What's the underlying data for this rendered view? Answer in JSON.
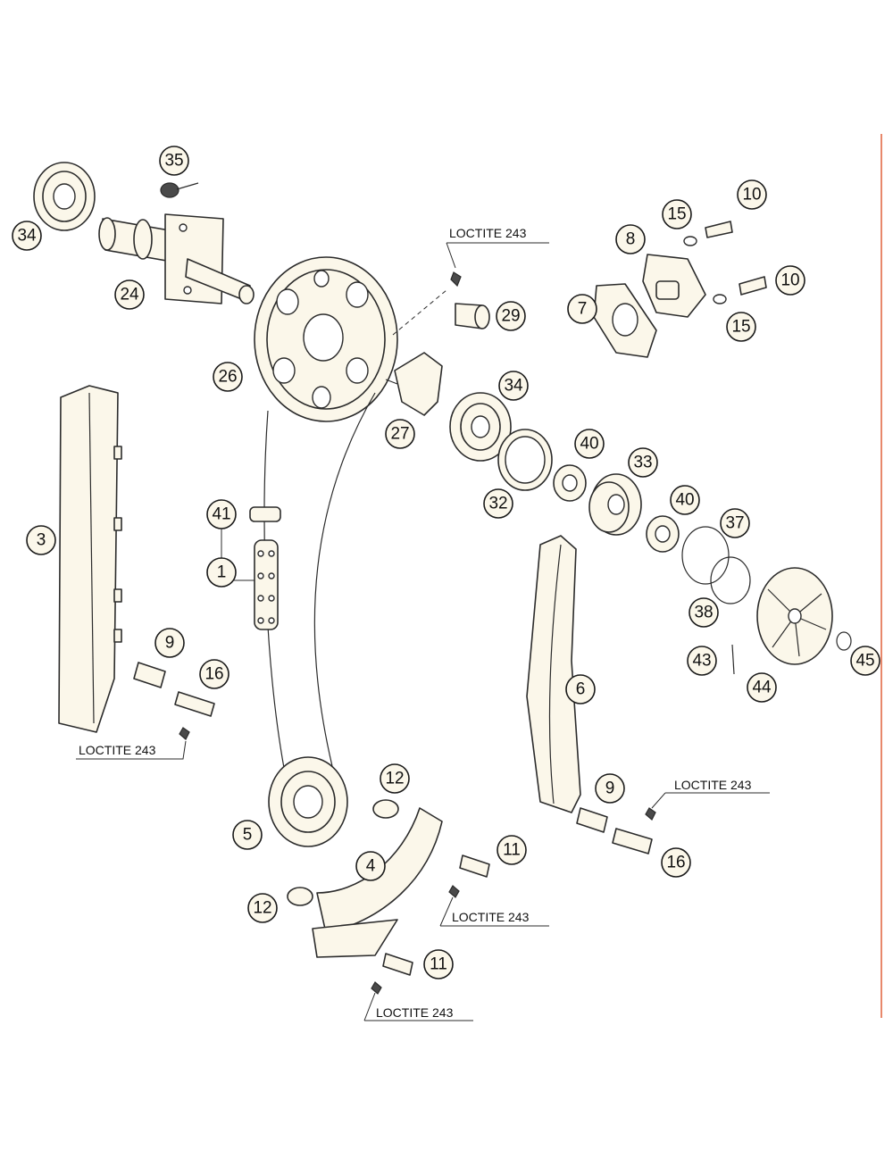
{
  "diagram": {
    "callouts": [
      {
        "id": "c35",
        "label": "35"
      },
      {
        "id": "c34a",
        "label": "34"
      },
      {
        "id": "c24",
        "label": "24"
      },
      {
        "id": "c10a",
        "label": "10"
      },
      {
        "id": "c15a",
        "label": "15"
      },
      {
        "id": "c8",
        "label": "8"
      },
      {
        "id": "c7",
        "label": "7"
      },
      {
        "id": "c10b",
        "label": "10"
      },
      {
        "id": "c15b",
        "label": "15"
      },
      {
        "id": "c29",
        "label": "29"
      },
      {
        "id": "c26",
        "label": "26"
      },
      {
        "id": "c27",
        "label": "27"
      },
      {
        "id": "c34b",
        "label": "34"
      },
      {
        "id": "c40a",
        "label": "40"
      },
      {
        "id": "c33",
        "label": "33"
      },
      {
        "id": "c32",
        "label": "32"
      },
      {
        "id": "c40b",
        "label": "40"
      },
      {
        "id": "c37",
        "label": "37"
      },
      {
        "id": "c38",
        "label": "38"
      },
      {
        "id": "c43",
        "label": "43"
      },
      {
        "id": "c44",
        "label": "44"
      },
      {
        "id": "c45",
        "label": "45"
      },
      {
        "id": "c3",
        "label": "3"
      },
      {
        "id": "c41",
        "label": "41"
      },
      {
        "id": "c1",
        "label": "1"
      },
      {
        "id": "c9a",
        "label": "9"
      },
      {
        "id": "c16a",
        "label": "16"
      },
      {
        "id": "c6",
        "label": "6"
      },
      {
        "id": "c12a",
        "label": "12"
      },
      {
        "id": "c5",
        "label": "5"
      },
      {
        "id": "c9b",
        "label": "9"
      },
      {
        "id": "c16b",
        "label": "16"
      },
      {
        "id": "c4",
        "label": "4"
      },
      {
        "id": "c11a",
        "label": "11"
      },
      {
        "id": "c12b",
        "label": "12"
      },
      {
        "id": "c11b",
        "label": "11"
      }
    ],
    "notes": [
      {
        "id": "n1",
        "text": "LOCTITE 243"
      },
      {
        "id": "n2",
        "text": "LOCTITE 243"
      },
      {
        "id": "n3",
        "text": "LOCTITE 243"
      },
      {
        "id": "n4",
        "text": "LOCTITE 243"
      },
      {
        "id": "n5",
        "text": "LOCTITE 243"
      }
    ],
    "colors": {
      "part_fill": "#fbf7ea",
      "outline": "#2b2b2b",
      "margin_line": "#e0603a"
    }
  }
}
